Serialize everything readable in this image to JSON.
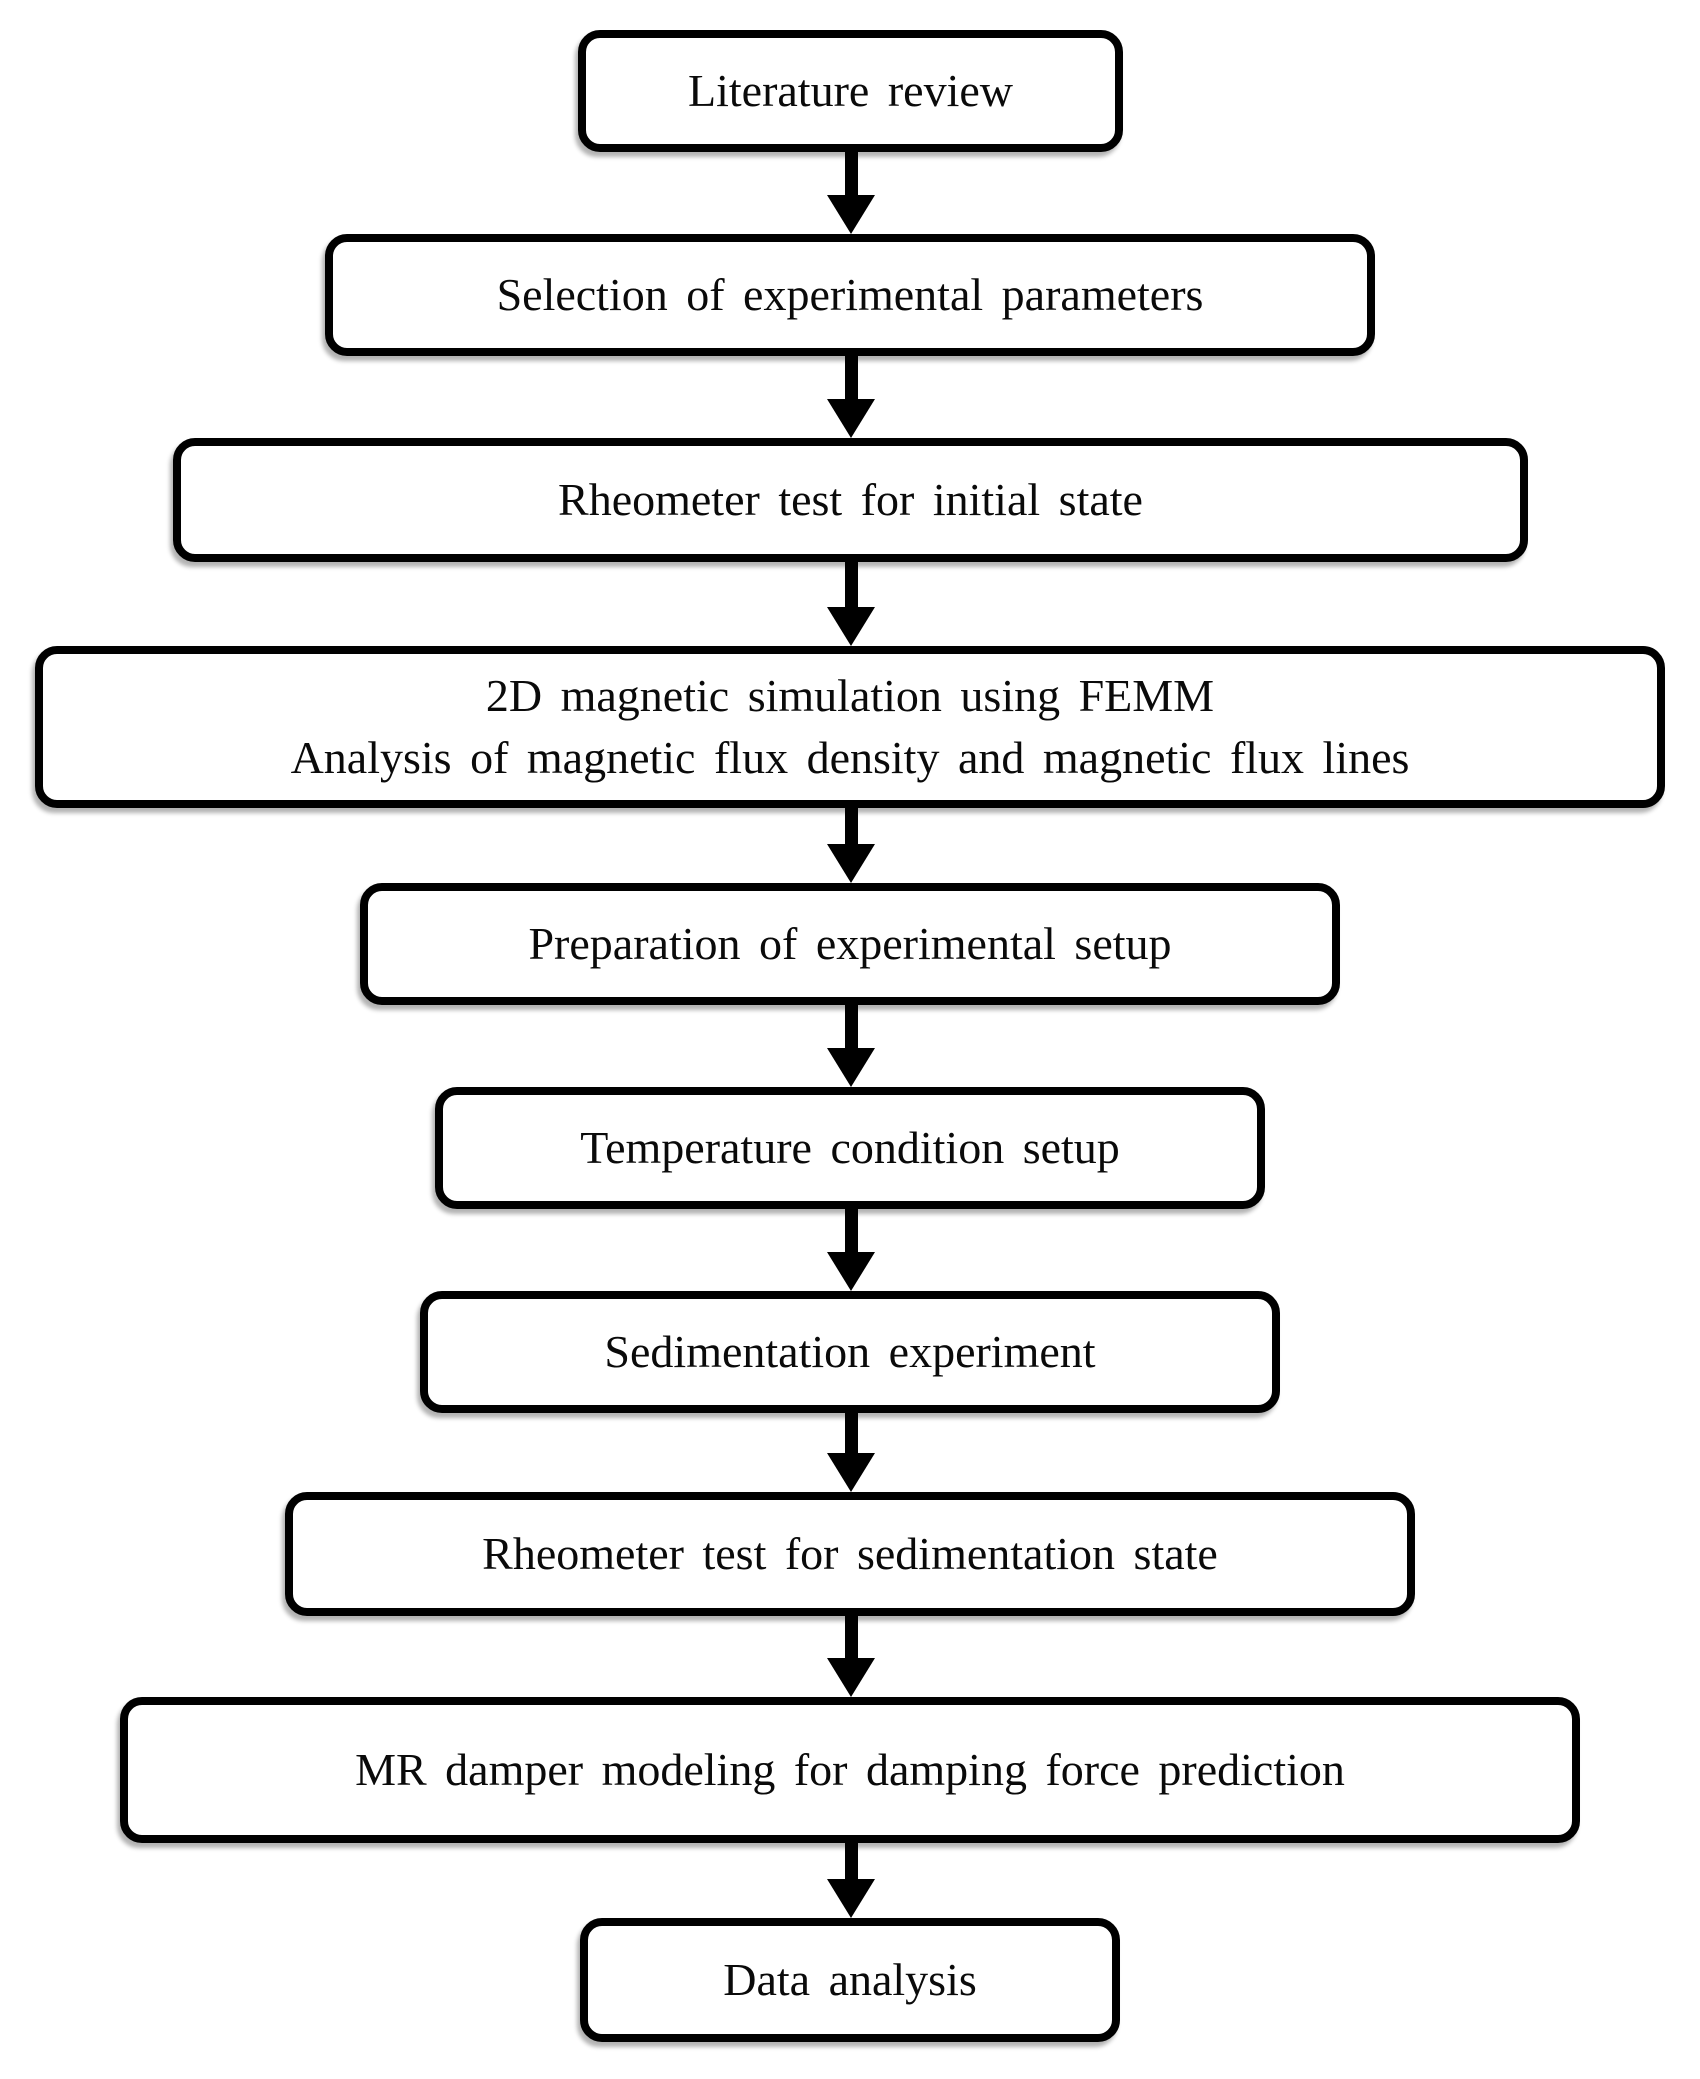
{
  "diagram": {
    "type": "flowchart",
    "direction": "top-down",
    "colors": {
      "background": "#ffffff",
      "box_fill": "#ffffff",
      "box_border": "#000000",
      "text": "#0a0a0a",
      "arrow": "#000000"
    },
    "nodes": [
      {
        "id": "literature-review",
        "label": "Literature review"
      },
      {
        "id": "selection-of-parameters",
        "label": "Selection of experimental parameters"
      },
      {
        "id": "rheometer-initial",
        "label": "Rheometer test for initial state"
      },
      {
        "id": "magnetic-simulation",
        "label": "2D magnetic simulation using FEMM\nAnalysis of magnetic flux density and magnetic flux lines"
      },
      {
        "id": "preparation-setup",
        "label": "Preparation of experimental setup"
      },
      {
        "id": "temperature-setup",
        "label": "Temperature condition setup"
      },
      {
        "id": "sedimentation-experiment",
        "label": "Sedimentation experiment"
      },
      {
        "id": "rheometer-sedimentation",
        "label": "Rheometer test for sedimentation state"
      },
      {
        "id": "mr-damper-modeling",
        "label": "MR damper modeling for damping force prediction"
      },
      {
        "id": "data-analysis",
        "label": "Data analysis"
      }
    ],
    "edges": [
      {
        "from": "literature-review",
        "to": "selection-of-parameters"
      },
      {
        "from": "selection-of-parameters",
        "to": "rheometer-initial"
      },
      {
        "from": "rheometer-initial",
        "to": "magnetic-simulation"
      },
      {
        "from": "magnetic-simulation",
        "to": "preparation-setup"
      },
      {
        "from": "preparation-setup",
        "to": "temperature-setup"
      },
      {
        "from": "temperature-setup",
        "to": "sedimentation-experiment"
      },
      {
        "from": "sedimentation-experiment",
        "to": "rheometer-sedimentation"
      },
      {
        "from": "rheometer-sedimentation",
        "to": "mr-damper-modeling"
      },
      {
        "from": "mr-damper-modeling",
        "to": "data-analysis"
      }
    ]
  }
}
